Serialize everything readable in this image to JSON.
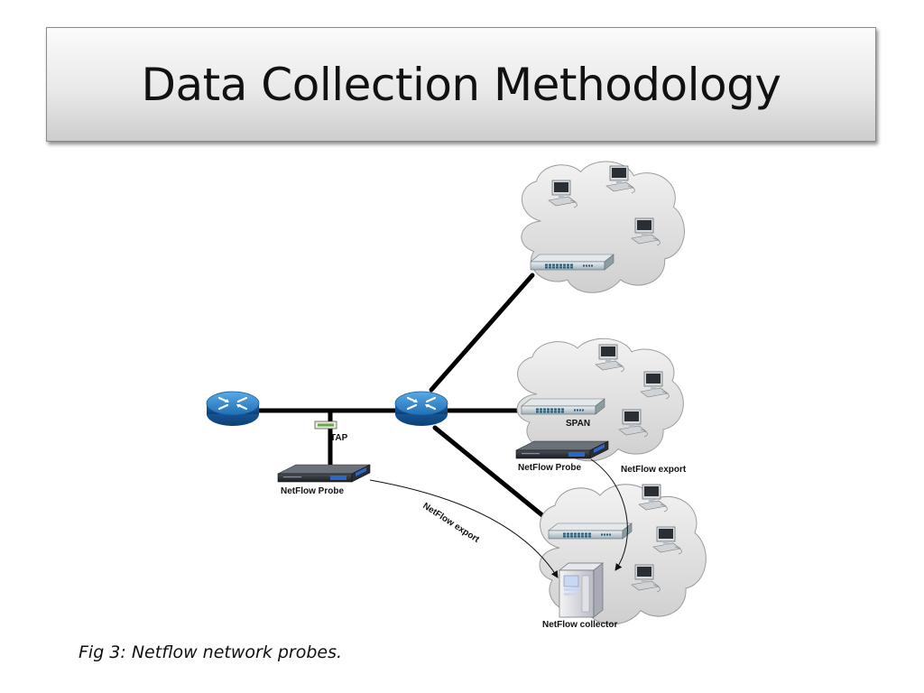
{
  "slide": {
    "title": "Data Collection Methodology",
    "caption": "Fig 3: Netflow network probes."
  },
  "diagram": {
    "labels": {
      "tap": "TAP",
      "span": "SPAN",
      "probe_left": "NetFlow Probe",
      "probe_right": "NetFlow Probe",
      "export_left": "NetFlow export",
      "export_right": "NetFlow export",
      "collector": "NetFlow collector"
    },
    "icons": [
      "router-icon",
      "switch-icon",
      "workstation-icon",
      "netflow-probe-icon",
      "tap-icon",
      "server-icon",
      "cloud-icon"
    ]
  }
}
